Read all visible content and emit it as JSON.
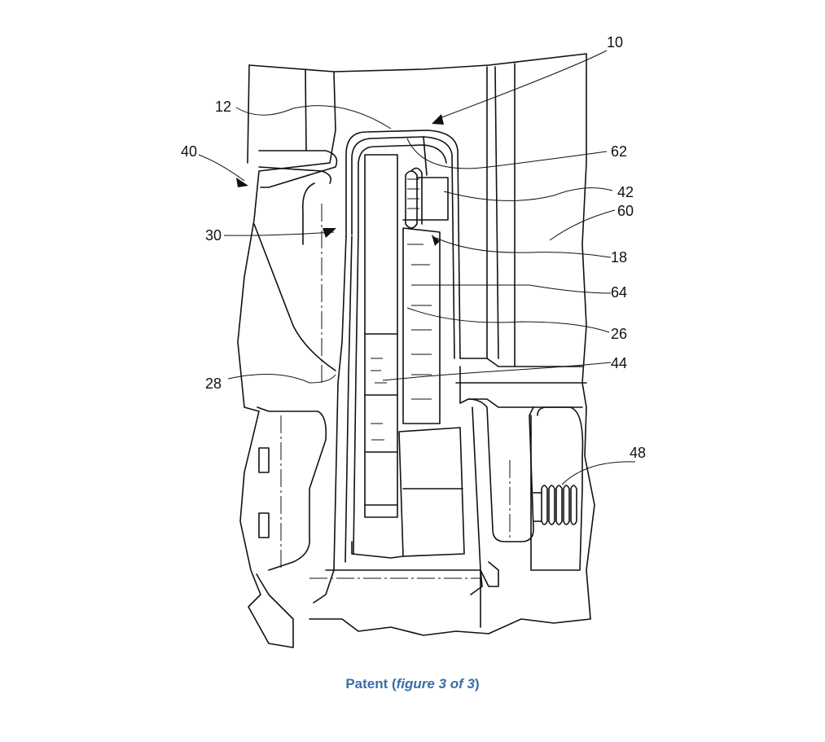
{
  "figure": {
    "reference_numerals": {
      "r10": "10",
      "r12": "12",
      "r40": "40",
      "r62": "62",
      "r42": "42",
      "r60": "60",
      "r30": "30",
      "r18": "18",
      "r64": "64",
      "r26": "26",
      "r28": "28",
      "r44": "44",
      "r48": "48"
    }
  },
  "caption": {
    "prefix": "Patent (",
    "emphasis": "figure 3 of 3",
    "suffix": ")"
  },
  "colors": {
    "caption_text": "#3a6ea8",
    "line_art": "#111111",
    "background": "#ffffff"
  }
}
